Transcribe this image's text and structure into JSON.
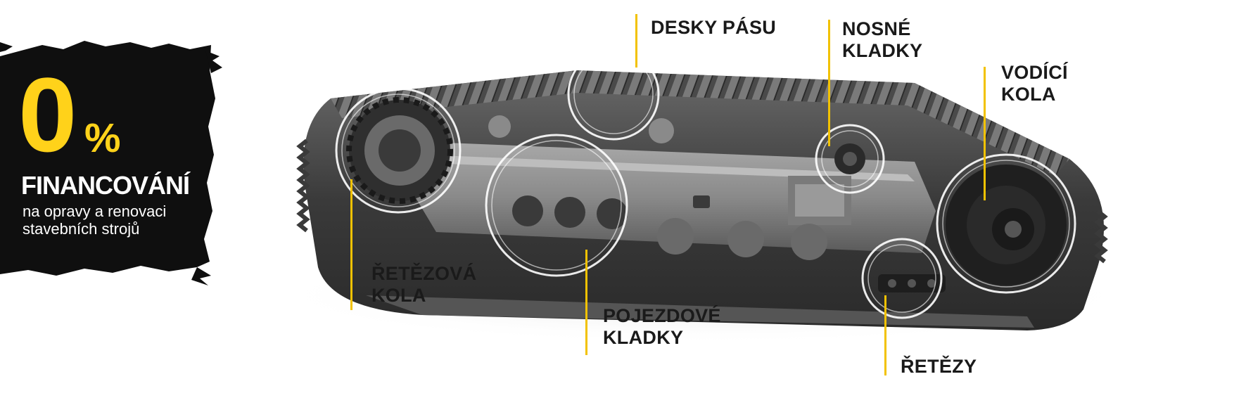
{
  "promo": {
    "big_number": "0",
    "percent_sign": "%",
    "headline": "FINANCOVÁNÍ",
    "line1": "na opravy a renovaci",
    "line2": "stavebních strojů"
  },
  "callouts": {
    "track_shoes": "DESKY PÁSU",
    "carrier_rollers_l1": "NOSNÉ",
    "carrier_rollers_l2": "KLADKY",
    "idlers_l1": "VODÍCÍ",
    "idlers_l2": "KOLA",
    "sprockets_l1": "ŘETĚZOVÁ",
    "sprockets_l2": "KOLA",
    "track_rollers_l1": "POJEZDOVÉ",
    "track_rollers_l2": "KLADKY",
    "chains": "ŘETĚZY"
  },
  "colors": {
    "accent_yellow": "#f2c200",
    "promo_background": "#0f0f0f",
    "label_text": "#1a1a1a",
    "track_dark": "#2e2e2e",
    "frame_grey": "#8c8c8c"
  }
}
